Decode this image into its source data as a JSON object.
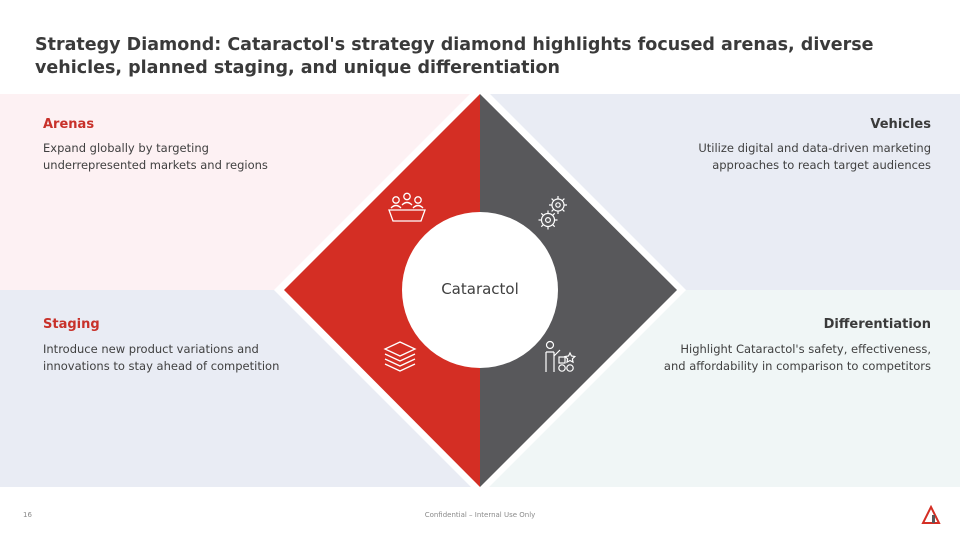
{
  "title": "Strategy Diamond: Cataractol's strategy diamond highlights focused arenas, diverse vehicles, planned staging, and unique differentiation",
  "center": "Cataractol",
  "quadrants": {
    "arenas": {
      "title": "Arenas",
      "text": "Expand globally by targeting underrepresented markets and regions",
      "icon": "people-meeting-icon"
    },
    "vehicles": {
      "title": "Vehicles",
      "text": "Utilize digital and data-driven marketing approaches to reach target audiences",
      "icon": "gears-icon"
    },
    "staging": {
      "title": "Staging",
      "text": "Introduce new product variations and innovations to stay ahead of competition",
      "icon": "layers-icon"
    },
    "differentiation": {
      "title": "Differentiation",
      "text": "Highlight Cataractol's safety, effectiveness, and affordability in comparison to competitors",
      "icon": "presenter-shapes-icon"
    }
  },
  "colors": {
    "red": "#d42e24",
    "dark": "#58585b",
    "accent": "#c8312a"
  },
  "footer": {
    "page_number": "16",
    "confidentiality": "Confidential – Internal Use Only"
  }
}
